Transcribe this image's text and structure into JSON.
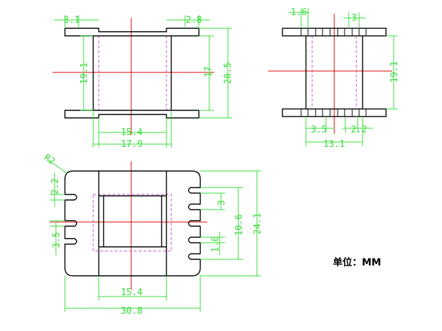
{
  "colors": {
    "outline": "#000000",
    "dimension": "#33dd33",
    "centerline": "#dd0000",
    "hidden": "#cc44cc",
    "background": "#ffffff"
  },
  "front_view": {
    "dim_flange_left": "3.1",
    "dim_flange_right": "2.8",
    "dim_height_inner": "19.1",
    "dim_height_17": "17",
    "dim_height_outer": "20.5",
    "dim_width_inner": "15.4",
    "dim_width_outer": "17.9"
  },
  "side_view": {
    "dim_pin_width": "1.6",
    "dim_pin_pitch": "3",
    "dim_height": "19.1",
    "dim_left_offset": "3.5",
    "dim_pin_gap": "2.2",
    "dim_width": "13.1"
  },
  "top_view": {
    "dim_radius": "R2",
    "dim_slot_top": "2.2",
    "dim_slot_left": "3.5",
    "dim_slot_pitch": "3",
    "dim_slot_width": "1.6",
    "dim_slot_span": "10.6",
    "dim_height": "24.1",
    "dim_core_width": "15.4",
    "dim_width": "30.8"
  },
  "unit_label": "单位：MM"
}
